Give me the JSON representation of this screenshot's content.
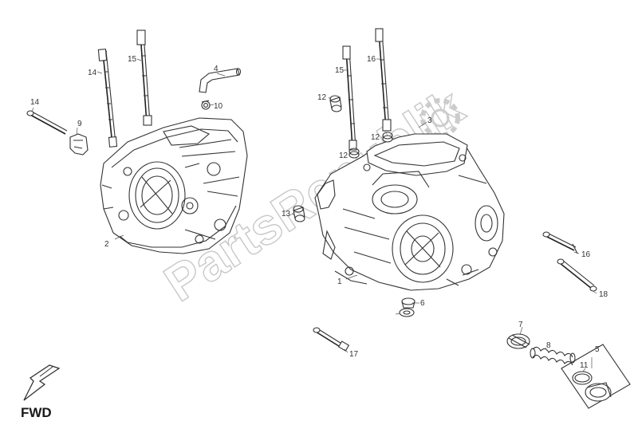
{
  "watermark": "PartsRepublik",
  "fwd_label": "FWD",
  "callouts": [
    "1",
    "2",
    "3",
    "4",
    "5",
    "6",
    "7",
    "8",
    "9",
    "10",
    "11",
    "12",
    "12",
    "12",
    "13",
    "14",
    "14",
    "15",
    "15",
    "16",
    "16",
    "17",
    "18"
  ]
}
